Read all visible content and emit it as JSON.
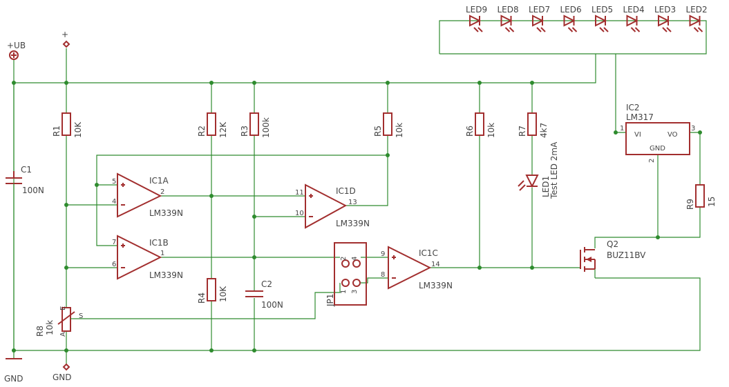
{
  "colors": {
    "wire": "#2e8b2e",
    "part": "#a22e2e",
    "text": "#444444",
    "background": "#ffffff"
  },
  "supply": {
    "ub_label": "+UB",
    "plus_label": "+",
    "gnd1": "GND",
    "gnd2": "GND"
  },
  "c1": {
    "name": "C1",
    "value": "100N"
  },
  "c2": {
    "name": "C2",
    "value": "100N"
  },
  "r1": {
    "name": "R1",
    "value": "10K"
  },
  "r2": {
    "name": "R2",
    "value": "12K"
  },
  "r3": {
    "name": "R3",
    "value": "100k"
  },
  "r4": {
    "name": "R4",
    "value": "10K"
  },
  "r5": {
    "name": "R5",
    "value": "10k"
  },
  "r6": {
    "name": "R6",
    "value": "10k"
  },
  "r7": {
    "name": "R7",
    "value": "4k7"
  },
  "r8": {
    "name": "R8",
    "value": "10k",
    "pin_e": "E",
    "pin_a": "A",
    "pin_s": "S"
  },
  "r9": {
    "name": "R9",
    "value": "15"
  },
  "ic1a": {
    "name": "IC1A",
    "part": "LM339N",
    "pin_plus": "5",
    "pin_minus": "4",
    "pin_out": "2"
  },
  "ic1b": {
    "name": "IC1B",
    "part": "LM339N",
    "pin_plus": "7",
    "pin_minus": "6",
    "pin_out": "1"
  },
  "ic1c": {
    "name": "IC1C",
    "part": "LM339N",
    "pin_plus": "9",
    "pin_minus": "8",
    "pin_out": "14"
  },
  "ic1d": {
    "name": "IC1D",
    "part": "LM339N",
    "pin_plus": "11",
    "pin_minus": "10",
    "pin_out": "13"
  },
  "ic2": {
    "name": "IC2",
    "part": "LM317",
    "vi": "VI",
    "vo": "VO",
    "gnd": "GND",
    "pin1": "1",
    "pin2": "2",
    "pin3": "3"
  },
  "jp1": {
    "name": "JP1",
    "pins": [
      "2",
      "4",
      "1",
      "3"
    ]
  },
  "led1": {
    "name": "LED1",
    "value": "Test LED 2mA"
  },
  "q2": {
    "name": "Q2",
    "part": "BUZ11BV"
  },
  "leds": [
    "LED9",
    "LED8",
    "LED7",
    "LED6",
    "LED5",
    "LED4",
    "LED3",
    "LED2"
  ]
}
